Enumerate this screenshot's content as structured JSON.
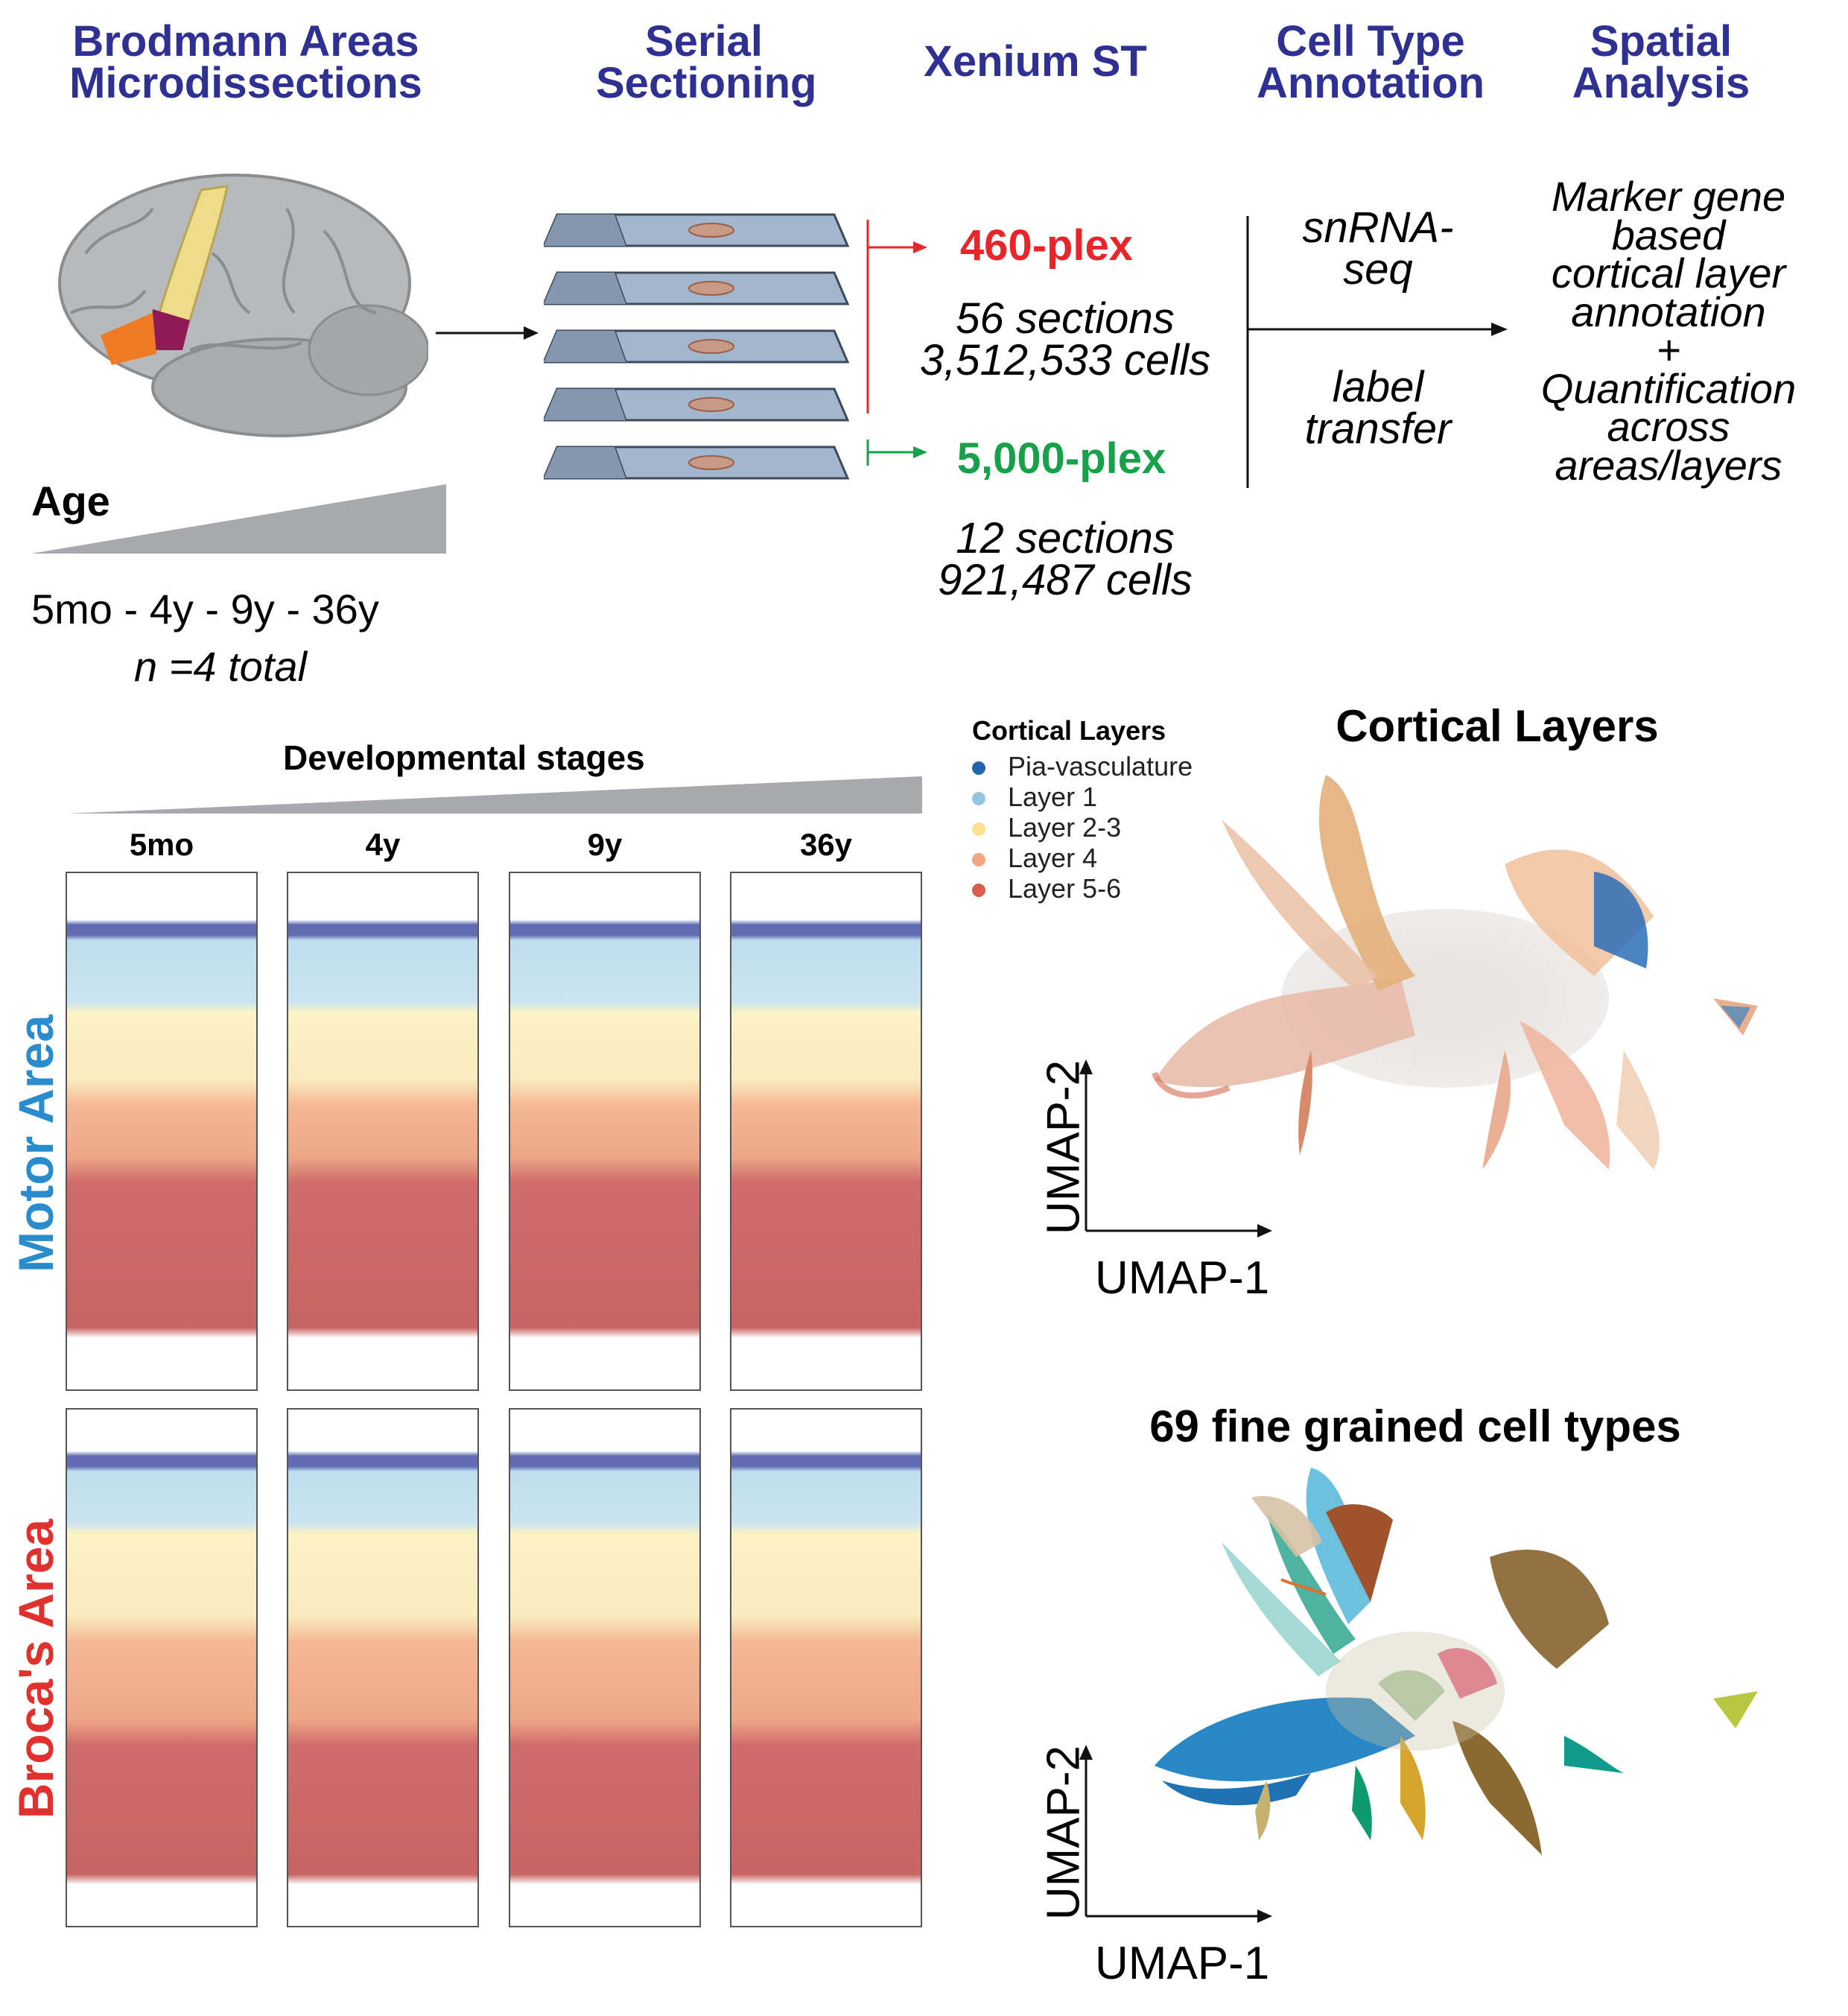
{
  "headers": {
    "brodmann": "Brodmann Areas\nMicrodissections",
    "serial": "Serial\nSectioning",
    "xenium": "Xenium ST",
    "celltype": "Cell Type\nAnnotation",
    "spatial": "Spatial\nAnalysis"
  },
  "age": {
    "label": "Age",
    "values": "5mo - 4y - 9y - 36y",
    "n": "n =4 total"
  },
  "xenium": {
    "plex460": "460-plex",
    "sections460": "56 sections\n3,512,533 cells",
    "plex5000": "5,000-plex",
    "sections5000": "12 sections\n921,487 cells"
  },
  "annotation": {
    "top": "snRNA-\nseq",
    "bottom": "label\ntransfer"
  },
  "spatial_text": "Marker gene\nbased\ncortical layer\nannotation\n+\nQuantification\nacross\nareas/layers",
  "dev": {
    "title": "Developmental stages",
    "stages": [
      "5mo",
      "4y",
      "9y",
      "36y"
    ],
    "row_labels": {
      "motor": "Motor Area",
      "broca": "Broca's Area"
    }
  },
  "legend": {
    "title": "Cortical Layers",
    "items": [
      {
        "label": "Pia-vasculature",
        "color": "#2166ac"
      },
      {
        "label": "Layer 1",
        "color": "#92c5de"
      },
      {
        "label": "Layer 2-3",
        "color": "#fee090"
      },
      {
        "label": "Layer 4",
        "color": "#f4a582"
      },
      {
        "label": "Layer 5-6",
        "color": "#d6604d"
      }
    ]
  },
  "umap1": {
    "title": "Cortical Layers",
    "xlabel": "UMAP-1",
    "ylabel": "UMAP-2"
  },
  "umap2": {
    "title": "69 fine grained cell types",
    "xlabel": "UMAP-1",
    "ylabel": "UMAP-2"
  },
  "colors": {
    "header": "#2e3192",
    "plex460": "#e8262a",
    "plex5000": "#18a04a",
    "motor": "#2a8ccc",
    "broca": "#e0312f"
  }
}
